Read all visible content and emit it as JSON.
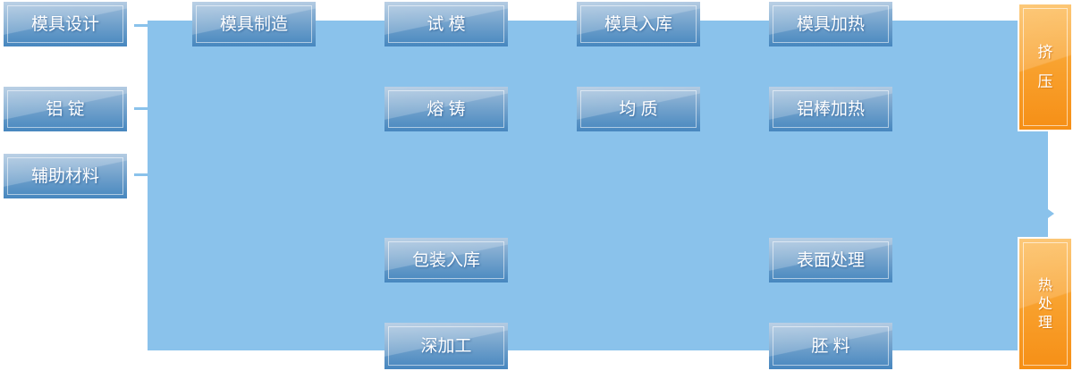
{
  "diagram": {
    "name": "aluminum-extrusion-process-flow",
    "colors": {
      "panel_blue": "#8AC2EB",
      "node_gradient_top": "#9DBCDA",
      "node_gradient_bottom": "#4787BF",
      "accent_gradient_top": "#FBB54A",
      "accent_gradient_bottom": "#F68F16",
      "label_text": "#FFFFFF"
    },
    "nodes": [
      {
        "id": "mold-design",
        "label": "模具设计"
      },
      {
        "id": "aluminum-ingot",
        "label": "铝 锭"
      },
      {
        "id": "auxiliary-materials",
        "label": "辅助材料"
      },
      {
        "id": "mold-manufacturing",
        "label": "模具制造"
      },
      {
        "id": "mold-trial",
        "label": "试 模"
      },
      {
        "id": "melting-casting",
        "label": "熔 铸"
      },
      {
        "id": "packing-warehousing",
        "label": "包装入库"
      },
      {
        "id": "deep-processing",
        "label": "深加工"
      },
      {
        "id": "mold-warehousing",
        "label": "模具入库"
      },
      {
        "id": "homogenization",
        "label": "均 质"
      },
      {
        "id": "mold-heating",
        "label": "模具加热"
      },
      {
        "id": "aluminum-rod-heating",
        "label": "铝棒加热"
      },
      {
        "id": "surface-treatment",
        "label": "表面处理"
      },
      {
        "id": "billet",
        "label": "胚 料"
      }
    ],
    "side_labels": [
      {
        "id": "extrusion",
        "label": "挤压"
      },
      {
        "id": "heat-treatment",
        "label": "热处理"
      }
    ]
  }
}
